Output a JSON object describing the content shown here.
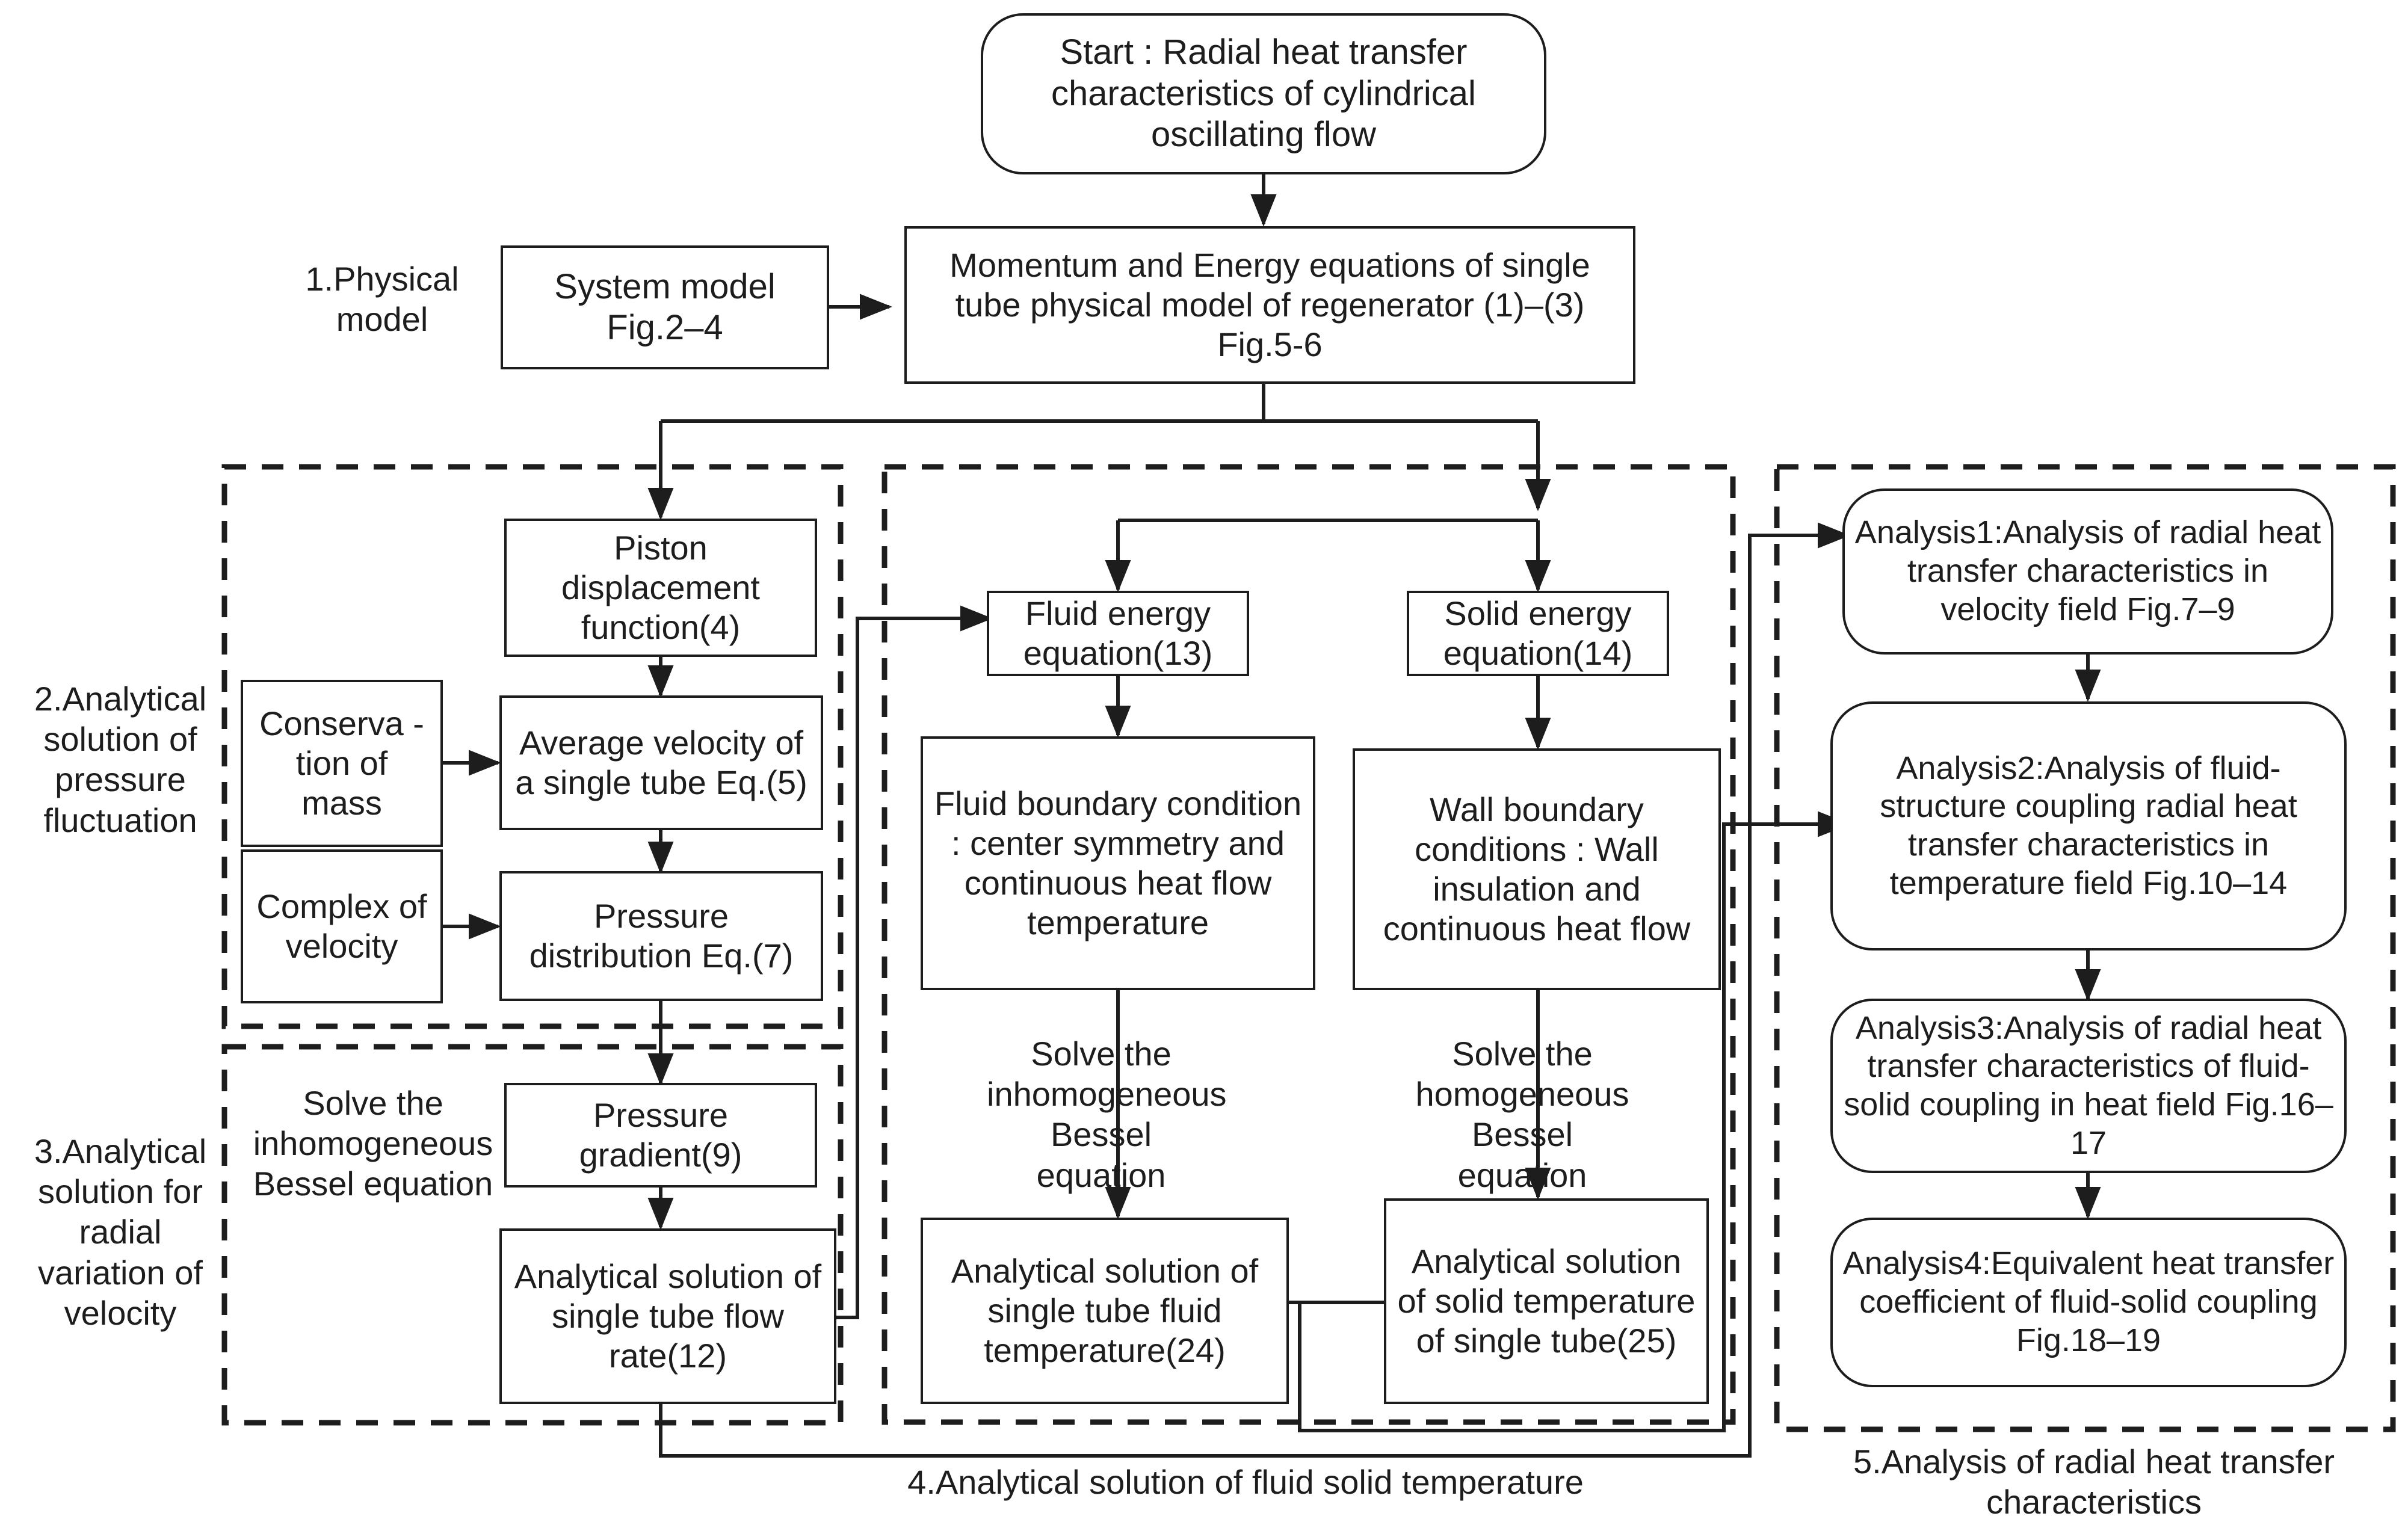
{
  "diagram": {
    "title": "Research flowchart: radial heat transfer characteristics of cylindrical oscillating flow",
    "stroke_color": "#1d1d1d",
    "background": "#ffffff"
  },
  "nodes": {
    "start": "Start : Radial heat transfer characteristics of cylindrical oscillating flow",
    "system_model": "System model\nFig.2–4",
    "momentum_energy": "Momentum and Energy equations of single tube physical model of regenerator (1)–(3) Fig.5-6",
    "piston_displacement": "Piston displacement function(4)",
    "conservation_of_mass": "Conserva -tion of mass",
    "complex_of_velocity": "Complex of velocity",
    "average_velocity": "Average velocity of a single tube Eq.(5)",
    "pressure_distribution": "Pressure distribution Eq.(7)",
    "pressure_gradient": "Pressure gradient(9)",
    "single_tube_flow_rate": "Analytical solution of single tube flow rate(12)",
    "fluid_energy_equation": "Fluid energy equation(13)",
    "solid_energy_equation": "Solid energy equation(14)",
    "fluid_boundary_condition": "Fluid boundary condition : center symmetry and continuous heat flow temperature",
    "wall_boundary_conditions": "Wall boundary conditions : Wall insulation and continuous heat flow",
    "fluid_temperature_solution": "Analytical solution of single tube fluid temperature(24)",
    "solid_temperature_solution": "Analytical solution of solid temperature of single tube(25)",
    "analysis1": "Analysis1:Analysis of radial heat transfer characteristics in velocity field Fig.7–9",
    "analysis2": "Analysis2:Analysis of fluid-structure coupling radial heat transfer characteristics in temperature field Fig.10–14",
    "analysis3": "Analysis3:Analysis of radial heat transfer characteristics of fluid-solid coupling in heat field Fig.16–17",
    "analysis4": "Analysis4:Equivalent heat transfer coefficient of fluid-solid coupling Fig.18–19"
  },
  "group_labels": {
    "physical_model": "1.Physical model",
    "pressure_fluctuation": "2.Analytical solution of pressure fluctuation",
    "radial_velocity": "3.Analytical solution for radial variation of velocity",
    "fluid_solid_temperature": "4.Analytical solution of fluid solid temperature",
    "radial_heat_transfer_analysis": "5.Analysis of radial heat transfer characteristics"
  },
  "edge_labels": {
    "solve_inhomogeneous_left": "Solve the inhomogeneous Bessel equation",
    "solve_inhomogeneous_mid": "Solve the inhomogeneous Bessel equation",
    "solve_homogeneous_mid": "Solve the homogeneous Bessel equation"
  }
}
